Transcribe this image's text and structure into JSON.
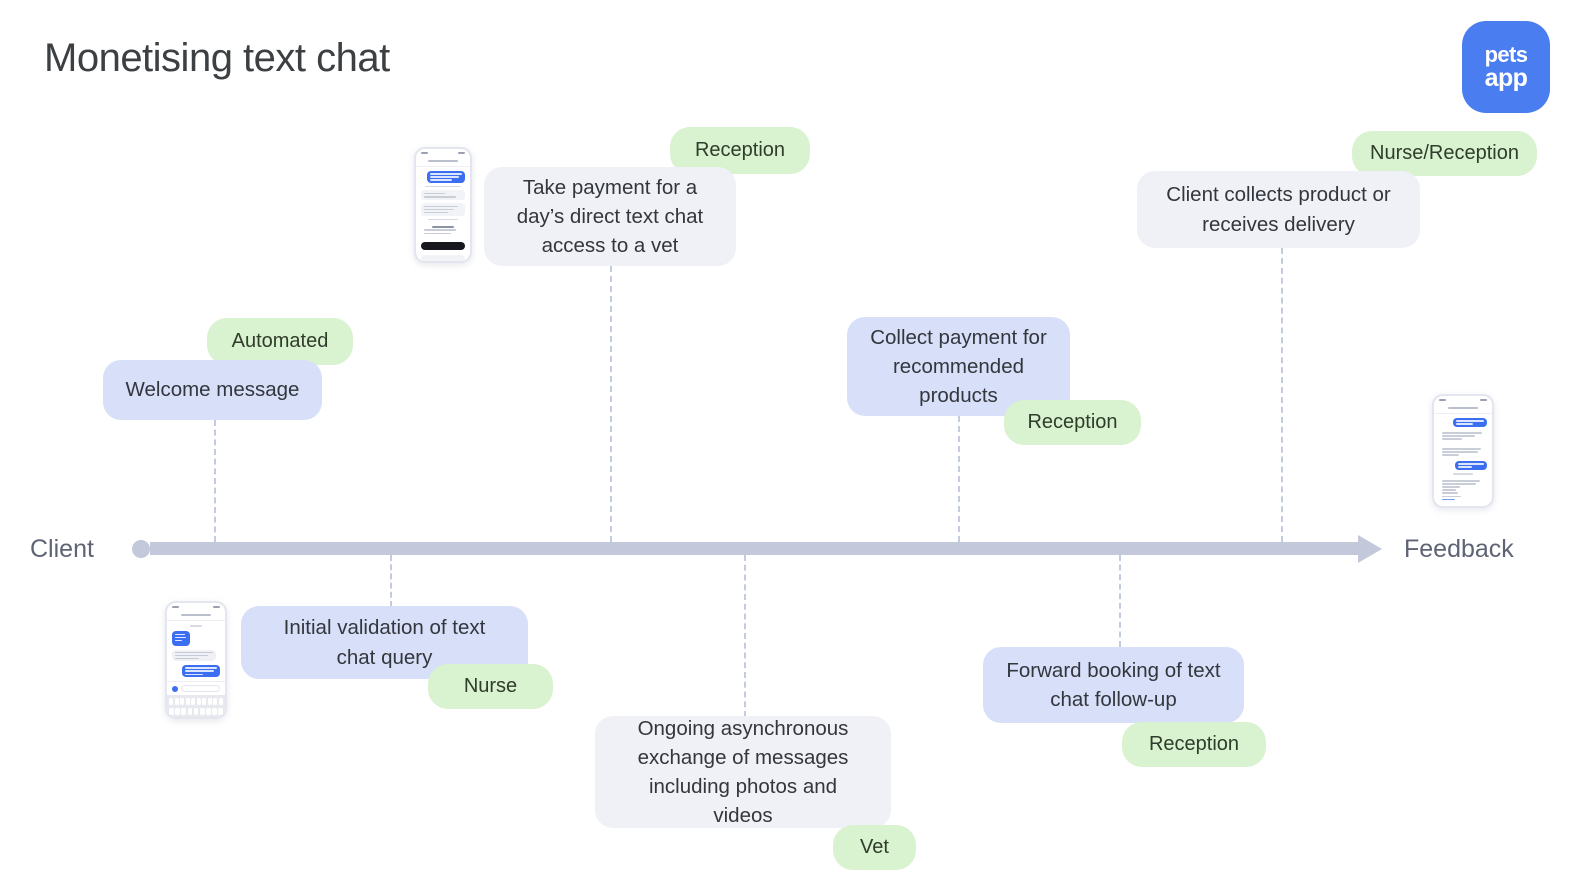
{
  "page": {
    "title": "Monetising text chat",
    "background_color": "#ffffff"
  },
  "brand": {
    "name": "petsapp",
    "line1": "pets",
    "line2": "app",
    "color": "#4a7ef0",
    "text_color": "#ffffff"
  },
  "colors": {
    "card_blue": "#d7e0f8",
    "card_gray": "#eff1f6",
    "tag_green": "#d9f2cf",
    "axis": "#c3c9da",
    "connector": "#c3cbe0",
    "text": "#33363d",
    "title_text": "#3c4043",
    "axis_label_text": "#5f6475"
  },
  "timeline": {
    "start_label": "Client",
    "end_label": "Feedback",
    "orientation": "horizontal",
    "has_start_dot": true,
    "has_end_arrow": true
  },
  "steps": [
    {
      "id": "welcome-message",
      "text": "Welcome message",
      "role": "Automated",
      "card_style": "blue",
      "side": "above",
      "order": 1
    },
    {
      "id": "initial-validation",
      "text": "Initial validation of text chat query",
      "role": "Nurse",
      "card_style": "blue",
      "side": "below",
      "order": 2
    },
    {
      "id": "take-payment-day-access",
      "text": "Take payment for a day’s direct text chat access to a vet",
      "role": "Reception",
      "card_style": "gray",
      "side": "above",
      "order": 3
    },
    {
      "id": "ongoing-exchange",
      "text": "Ongoing asynchronous exchange of messages including photos and videos",
      "role": "Vet",
      "card_style": "gray",
      "side": "below",
      "order": 4
    },
    {
      "id": "collect-payment-products",
      "text": "Collect payment for recommended products",
      "role": "Reception",
      "card_style": "blue",
      "side": "above",
      "order": 5
    },
    {
      "id": "forward-booking",
      "text": "Forward booking of text chat follow-up",
      "role": "Reception",
      "card_style": "blue",
      "side": "below",
      "order": 6
    },
    {
      "id": "client-collects-product",
      "text": "Client collects product or receives delivery",
      "role": "Nurse/Reception",
      "card_style": "gray",
      "side": "above",
      "order": 7
    }
  ],
  "phone_mockups": [
    {
      "id": "phone-payment-request",
      "position": "above-left-of-take-payment"
    },
    {
      "id": "phone-chat-keyboard",
      "position": "below-left-of-initial-validation"
    },
    {
      "id": "phone-product-list",
      "position": "above-right-near-feedback"
    }
  ]
}
